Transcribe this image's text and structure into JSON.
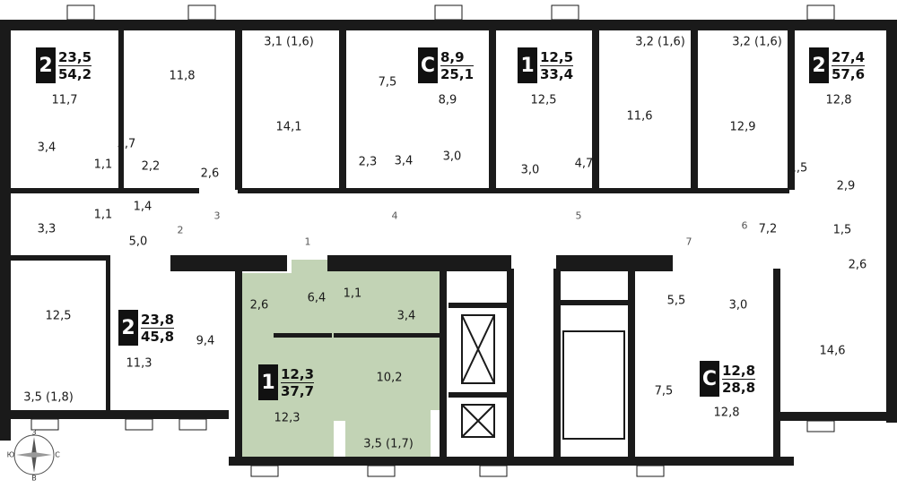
{
  "plan": {
    "highlight_color": "#c2d3b5",
    "wall_color": "#1a1a1a",
    "apartments": [
      {
        "id": "apt-nw",
        "rooms": "2",
        "living": "23,5",
        "total": "54,2"
      },
      {
        "id": "apt-c1",
        "rooms": "С",
        "living": "8,9",
        "total": "25,1"
      },
      {
        "id": "apt-n1",
        "rooms": "1",
        "living": "12,5",
        "total": "33,4"
      },
      {
        "id": "apt-ne",
        "rooms": "2",
        "living": "27,4",
        "total": "57,6"
      },
      {
        "id": "apt-sw",
        "rooms": "2",
        "living": "23,8",
        "total": "45,8"
      },
      {
        "id": "apt-sel",
        "rooms": "1",
        "living": "12,3",
        "total": "37,7"
      },
      {
        "id": "apt-c2",
        "rooms": "С",
        "living": "12,8",
        "total": "28,8"
      }
    ],
    "room_areas": [
      "11,7",
      "11,8",
      "3,1 (1,6)",
      "14,1",
      "7,5",
      "8,9",
      "12,5",
      "3,2 (1,6)",
      "3,2 (1,6)",
      "11,6",
      "12,9",
      "12,8",
      "3,4",
      "5,7",
      "1,1",
      "2,2",
      "2,6",
      "2,3",
      "3,4",
      "3,0",
      "3,0",
      "4,7",
      "1,5",
      "2,9",
      "3,3",
      "1,1",
      "1,4",
      "5,0",
      "7,2",
      "1,5",
      "2,6",
      "12,5",
      "9,4",
      "11,3",
      "2,6",
      "6,4",
      "1,1",
      "3,4",
      "10,2",
      "3,0",
      "5,5",
      "14,6",
      "12,3",
      "7,5",
      "12,8",
      "3,5 (1,8)",
      "3,5 (1,7)"
    ],
    "door_numbers": [
      "1",
      "2",
      "3",
      "4",
      "5",
      "6",
      "7"
    ],
    "compass": {
      "n": "З",
      "e": "С",
      "s": "В",
      "w": "Ю"
    }
  }
}
